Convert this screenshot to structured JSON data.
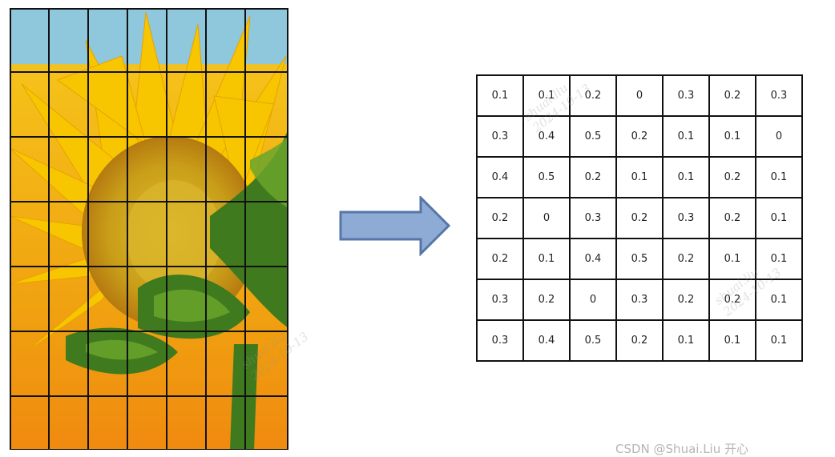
{
  "image": {
    "subject": "sunflower photo divided into a 7 x 7 grid of patches",
    "colors": {
      "sky": "#8fc7dc",
      "petal": "#f7c600",
      "petal_dark": "#e8a200",
      "center": "#caa51b",
      "leaf": "#3f7a1e",
      "orange_bg": "#f08a10",
      "grid_line": "#111111"
    }
  },
  "arrow": {
    "fill": "#8eabd6",
    "stroke": "#5676a8",
    "icon": "right-arrow-icon"
  },
  "matrix": {
    "rows": [
      [
        "0.1",
        "0.1",
        "0.2",
        "0",
        "0.3",
        "0.2",
        "0.3"
      ],
      [
        "0.3",
        "0.4",
        "0.5",
        "0.2",
        "0.1",
        "0.1",
        "0"
      ],
      [
        "0.4",
        "0.5",
        "0.2",
        "0.1",
        "0.1",
        "0.2",
        "0.1"
      ],
      [
        "0.2",
        "0",
        "0.3",
        "0.2",
        "0.3",
        "0.2",
        "0.1"
      ],
      [
        "0.2",
        "0.1",
        "0.4",
        "0.5",
        "0.2",
        "0.1",
        "0.1"
      ],
      [
        "0.3",
        "0.2",
        "0",
        "0.3",
        "0.2",
        "0.2",
        "0.1"
      ],
      [
        "0.3",
        "0.4",
        "0.5",
        "0.2",
        "0.1",
        "0.1",
        "0.1"
      ]
    ]
  },
  "watermarks": [
    {
      "line1": "shuai.liu",
      "line2": "2024-10-13"
    },
    {
      "line1": "shuai.liu",
      "line2": "2024-10-13"
    },
    {
      "line1": "shuai.liu",
      "line2": "2024-10-13"
    }
  ],
  "credit": "CSDN @Shuai.Liu 开心"
}
